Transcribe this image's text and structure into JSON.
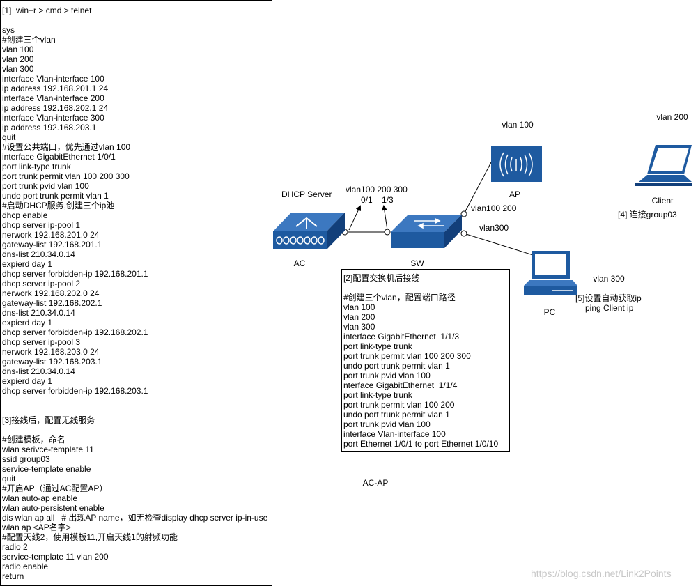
{
  "left_notes": [
    "[1]  win+r > cmd > telnet",
    "",
    "sys",
    "#创建三个vlan",
    "vlan 100",
    "vlan 200",
    "vlan 300",
    "interface Vlan-interface 100",
    "ip address 192.168.201.1 24",
    "interface Vlan-interface 200",
    "ip address 192.168.202.1 24",
    "interface Vlan-interface 300",
    "ip address 192.168.203.1",
    "quit",
    "#设置公共端口，优先通过vlan 100",
    "interface GigabitEthernet 1/0/1",
    "port link-type trunk",
    "port trunk permit vlan 100 200 300",
    "port trunk pvid vlan 100",
    "undo port trunk permit vlan 1",
    "#启动DHCP服务,创建三个ip池",
    "dhcp enable",
    "dhcp server ip-pool 1",
    "nerwork 192.168.201.0 24",
    "gateway-list 192.168.201.1",
    "dns-list 210.34.0.14",
    "expierd day 1",
    "dhcp server forbidden-ip 192.168.201.1",
    "dhcp server ip-pool 2",
    "nerwork 192.168.202.0 24",
    "gateway-list 192.168.202.1",
    "dns-list 210.34.0.14",
    "expierd day 1",
    "dhcp server forbidden-ip 192.168.202.1",
    "dhcp server ip-pool 3",
    "nerwork 192.168.203.0 24",
    "gateway-list 192.168.203.1",
    "dns-list 210.34.0.14",
    "expierd day 1",
    "dhcp server forbidden-ip 192.168.203.1",
    "",
    "",
    "[3]接线后，配置无线服务",
    "",
    "#创建模板，命名",
    "wlan serivce-template 11",
    "ssid group03",
    "service-template enable",
    "quit",
    "#开启AP（通过AC配置AP）",
    "wlan auto-ap enable",
    "wlan auto-persistent enable",
    "dis wlan ap all   # 出现AP name，如无检查display dhcp server ip-in-use",
    "wlan ap <AP名字>",
    "#配置天线2，使用模板11,开启天线1的射频功能",
    "radio 2",
    "service-template 11 vlan 200",
    "radio enable",
    "return"
  ],
  "switch_notes": [
    "[2]配置交换机后接线",
    "",
    "#创建三个vlan，配置端口路径",
    "vlan 100",
    "vlan 200",
    "vlan 300",
    "interface GigabitEthernet  1/1/3",
    "port link-type trunk",
    "port trunk permit vlan 100 200 300",
    "undo port trunk permit vlan 1",
    "port trunk pvid vlan 100",
    "nterface GigabitEthernet  1/1/4",
    "port link-type trunk",
    "port trunk permit vlan 100 200",
    "undo port trunk permit vlan 1",
    "port trunk pvid vlan 100",
    "interface Vlan-interface 100",
    "port Ethernet 1/0/1 to port Ethernet 1/0/10"
  ],
  "labels": {
    "dhcp_server": "DHCP Server",
    "ac": "AC",
    "sw": "SW",
    "ap": "AP",
    "pc": "PC",
    "client": "Client",
    "ap_vlan": "vlan 100",
    "client_vlan": "vlan 200",
    "pc_vlan": "vlan 300",
    "uplink_vlans": "vlan100 200 300",
    "port_0_1": "0/1",
    "port_1_3": "1/3",
    "ap_link_vlans": "vlan100 200",
    "pc_link_vlan": "vlan300",
    "connect_group": "[4] 连接group03",
    "auto_ip": "[5]设置自动获取ip",
    "ping_client": "ping Client ip",
    "ac_ap": "AC-AP",
    "watermark": "https://blog.csdn.net/Link2Points"
  },
  "colors": {
    "device_blue": "#1e5aa0",
    "device_light": "#ffffff",
    "line": "#000000"
  }
}
